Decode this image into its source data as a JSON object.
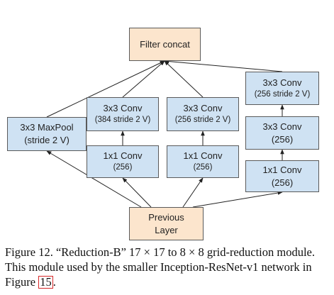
{
  "diagram": {
    "filter_concat": "Filter concat",
    "maxpool": {
      "line1": "3x3 MaxPool",
      "line2": "(stride 2 V)"
    },
    "branch1": {
      "conv1x1": {
        "line1": "1x1 Conv",
        "line2": "(256)"
      },
      "conv3x3": {
        "line1": "3x3 Conv",
        "line2": "(384 stride 2 V)"
      }
    },
    "branch2": {
      "conv1x1": {
        "line1": "1x1 Conv",
        "line2": "(256)"
      },
      "conv3x3": {
        "line1": "3x3 Conv",
        "line2": "(256 stride 2 V)"
      }
    },
    "branch3": {
      "conv1x1": {
        "line1": "1x1 Conv",
        "line2": "(256)"
      },
      "conv3x3a": {
        "line1": "3x3 Conv",
        "line2": "(256)"
      },
      "conv3x3b": {
        "line1": "3x3 Conv",
        "line2": "(256 stride 2 V)"
      }
    },
    "previous_layer": {
      "line1": "Previous",
      "line2": "Layer"
    },
    "colors": {
      "conv_fill": "#cfe2f3",
      "io_fill": "#fce5cd",
      "border": "#5a5a5a",
      "arrow": "#222222",
      "figure_ref_box": "#d62728"
    }
  },
  "caption": {
    "line1": "Figure 12. “Reduction-B” 17 × 17 to 8 × 8 grid-reduction module.",
    "line2": "This module used by the smaller Inception-ResNet-v1 network in",
    "line3_prefix": "Figure ",
    "figure_ref": "15",
    "line3_suffix": "."
  }
}
